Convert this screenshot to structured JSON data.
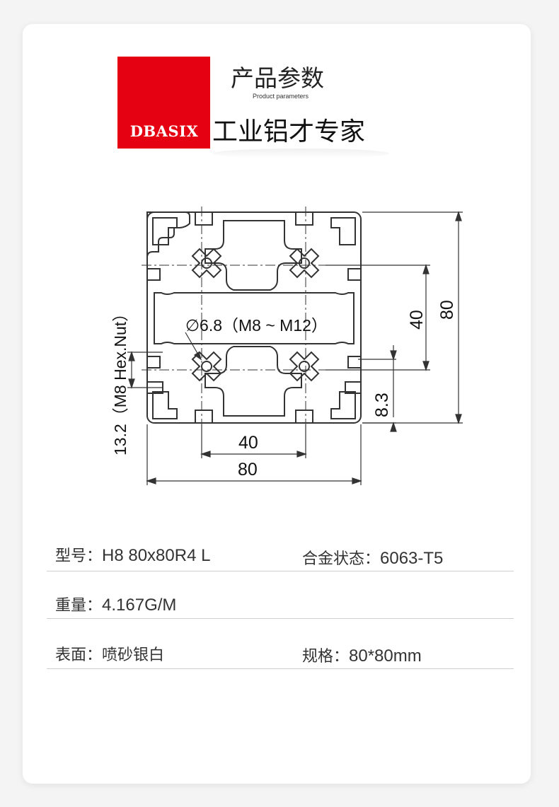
{
  "header": {
    "brand": "DBASIX",
    "title_cn": "产品参数",
    "title_en": "Product parameters",
    "slogan": "工业铝才专家",
    "brand_color": "#e50012"
  },
  "drawing": {
    "dim_width_total": "80",
    "dim_width_slot": "40",
    "dim_height_total": "80",
    "dim_height_slot": "40",
    "dim_slot_depth": "8.3",
    "dim_bore": "∅6.8（M8 ~ M12）",
    "dim_nut": "13.2（M8 Hex.Nut）"
  },
  "specs": {
    "model_label": "型号：",
    "model_value": "H8 80x80R4 L",
    "alloy_label": "合金状态：",
    "alloy_value": "6063-T5",
    "weight_label": "重量：",
    "weight_value": "4.167G/M",
    "surface_label": "表面：",
    "surface_value": "喷砂银白",
    "size_label": "规格：",
    "size_value": "80*80mm"
  }
}
